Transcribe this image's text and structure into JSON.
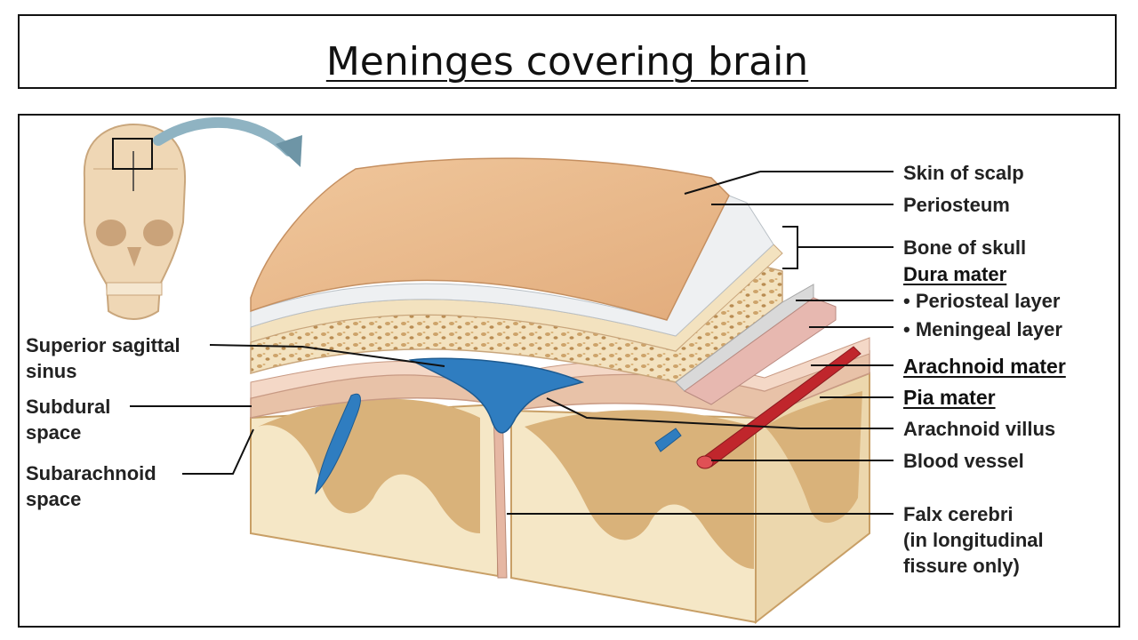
{
  "title": "Meninges covering brain",
  "labels": {
    "skin_of_scalp": "Skin of scalp",
    "periosteum": "Periosteum",
    "bone_of_skull": "Bone of skull",
    "dura_mater": "Dura mater",
    "periosteal_layer": "• Periosteal layer",
    "meningeal_layer": "• Meningeal layer",
    "arachnoid_mater": "Arachnoid mater",
    "pia_mater": "Pia mater",
    "arachnoid_villus": "Arachnoid villus",
    "blood_vessel": "Blood vessel",
    "falx_cerebri": [
      "Falx cerebri",
      "(in longitudinal",
      "fissure only)"
    ],
    "superior_sagittal_sinus": [
      "Superior sagittal",
      "sinus"
    ],
    "subdural_space": [
      "Subdural",
      "space"
    ],
    "subarachnoid_space": [
      "Subarachnoid",
      "space"
    ]
  },
  "colors": {
    "scalp": "#e8b98c",
    "periosteum": "#eef0f2",
    "bone": "#f3e2bf",
    "bone_pores": "#cda36a",
    "dura": "#e8c2a8",
    "sinus": "#2f7dc0",
    "gray_matter": "#d9b27a",
    "white_matter": "#f5e7c6",
    "vessel_red": "#c0262c",
    "arrow": "#8fb3c2"
  }
}
